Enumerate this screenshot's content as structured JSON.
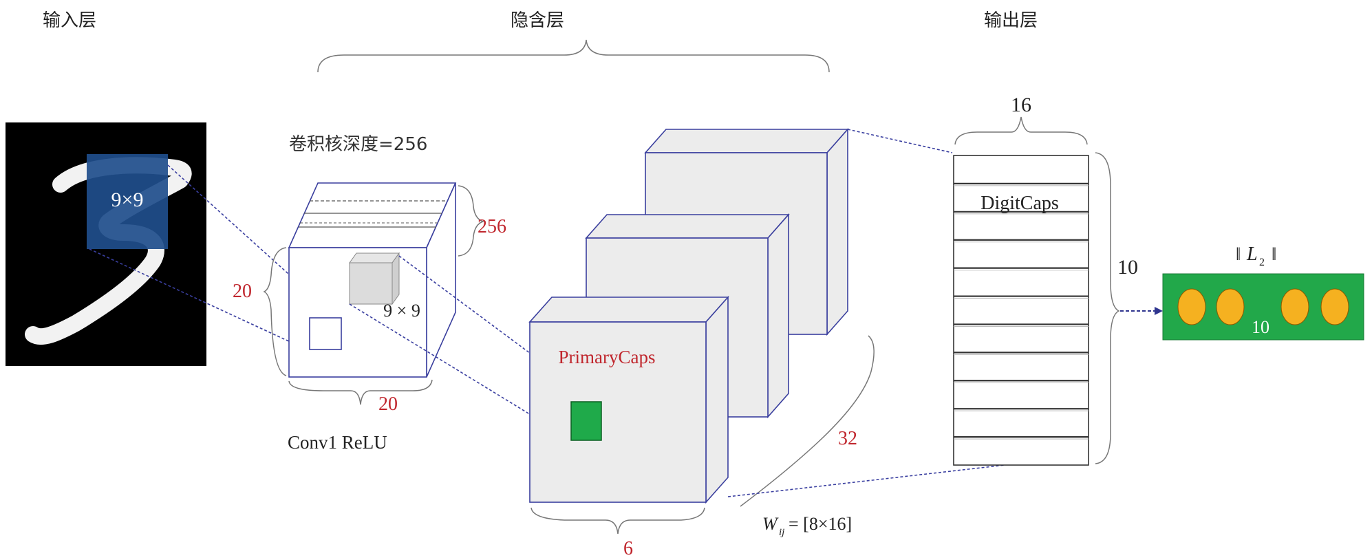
{
  "labels": {
    "input_layer": "输入层",
    "hidden_layer": "隐含层",
    "output_layer": "输出层",
    "kernel_label": "9×9",
    "kernel_depth": "卷积核深度=256",
    "conv_depth": "256",
    "conv_height": "20",
    "conv_width": "20",
    "conv_kernel": "9 × 9",
    "conv_caption": "Conv1 ReLU",
    "primary_caps": "PrimaryCaps",
    "primary_width": "6",
    "primary_count": "32",
    "weight_lhs": "W",
    "weight_sub": "ij",
    "weight_rhs": " = [8×16]",
    "digit_caps": "DigitCaps",
    "digit_width": "16",
    "digit_count": "10",
    "norm_label_l": "L",
    "norm_label_sub": "2",
    "norm_open": "‖",
    "norm_close": "‖",
    "output_count": "10"
  },
  "colors": {
    "red_label": "#c0262d",
    "kernel_fill": "#1f4e8c",
    "box_stroke": "#3a3f9e",
    "dash_line": "#3a3fa0",
    "green_fill": "#1faa4a",
    "green_stroke": "#0b5e22",
    "output_bar": "#22a84a",
    "output_dot": "#f5b120",
    "brace": "#777777"
  }
}
